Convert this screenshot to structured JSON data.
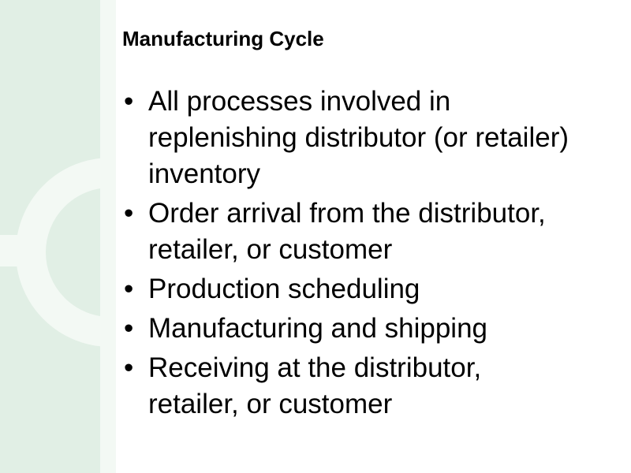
{
  "slide": {
    "title": "Manufacturing Cycle",
    "bullet_char": "•",
    "bullets": [
      {
        "lines": [
          "All processes involved in",
          "replenishing distributor (or retailer)",
          "inventory"
        ]
      },
      {
        "lines": [
          "Order arrival from the distributor,",
          "retailer, or customer"
        ]
      },
      {
        "lines": [
          "Production scheduling"
        ]
      },
      {
        "lines": [
          "Manufacturing and shipping"
        ]
      },
      {
        "lines": [
          "Receiving at the distributor,",
          "retailer, or customer"
        ]
      }
    ],
    "colors": {
      "background": "#ffffff",
      "text": "#000000",
      "band_green": "#e1efe5",
      "accent_light_green": "#f3f9f4"
    }
  }
}
